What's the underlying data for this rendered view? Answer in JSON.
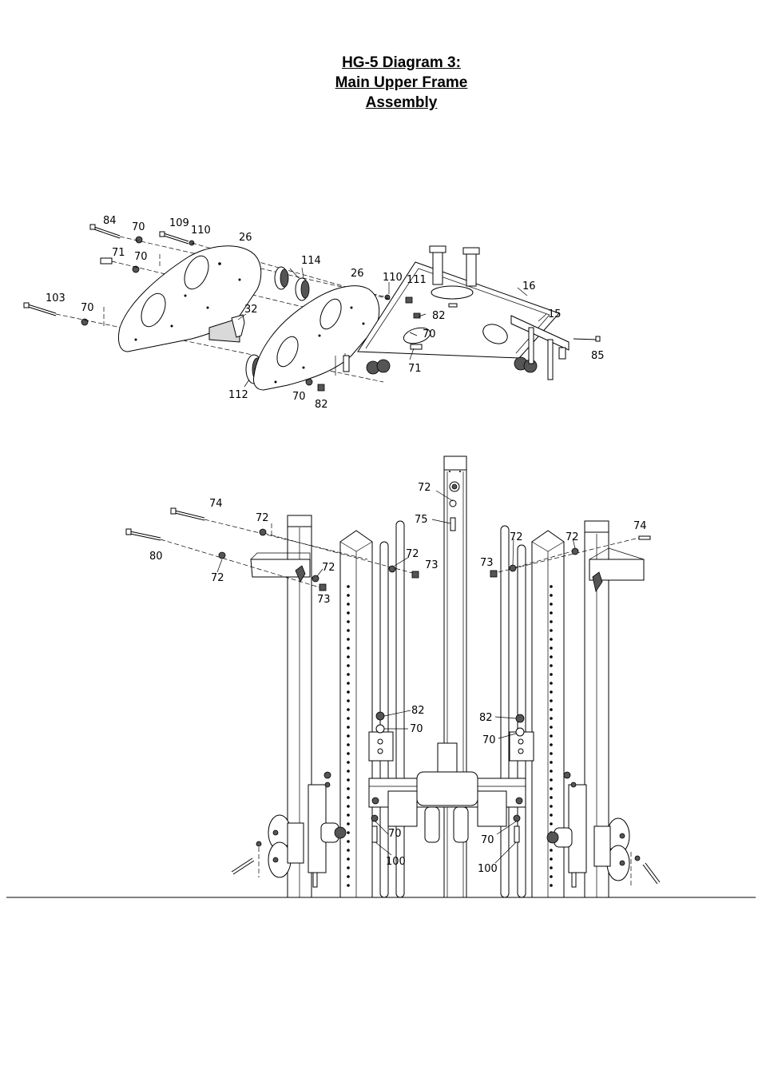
{
  "title": {
    "line1": "HG-5 Diagram 3:",
    "line2": "Main Upper Frame",
    "line3": "Assembly"
  },
  "upper_labels": [
    "84",
    "70",
    "109",
    "110",
    "26",
    "71",
    "70",
    "114",
    "26",
    "110",
    "111",
    "16",
    "103",
    "70",
    "32",
    "82",
    "70",
    "15",
    "85",
    "71",
    "112",
    "70",
    "82"
  ],
  "lower_labels": [
    "72",
    "74",
    "75",
    "72",
    "74",
    "80",
    "72",
    "72",
    "73",
    "72",
    "73",
    "72",
    "73",
    "72",
    "82",
    "70",
    "82",
    "70",
    "70",
    "100",
    "70",
    "100"
  ]
}
